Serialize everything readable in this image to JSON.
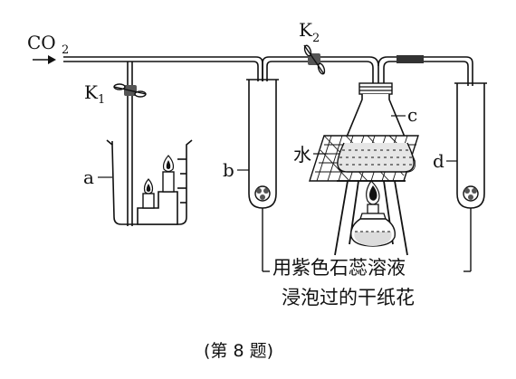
{
  "labels": {
    "gas": "CO",
    "gas_sub": "2",
    "k1": "K",
    "k1_sub": "1",
    "k2": "K",
    "k2_sub": "2",
    "a": "a",
    "b": "b",
    "c": "c",
    "d": "d",
    "water": "水",
    "note_line1": "用紫色石蕊溶液",
    "note_line2": "浸泡过的干纸花",
    "caption": "(第 8 题)"
  },
  "colors": {
    "ink": "#111111",
    "water_fill": "#dcdcdc",
    "bubble": "#888888"
  },
  "icons": {
    "arrow": "gas-inlet-arrow",
    "clamp": "pinch-clamp-icon",
    "flower": "paper-flower-icon",
    "flame": "flame-icon",
    "burner": "alcohol-lamp-icon"
  }
}
